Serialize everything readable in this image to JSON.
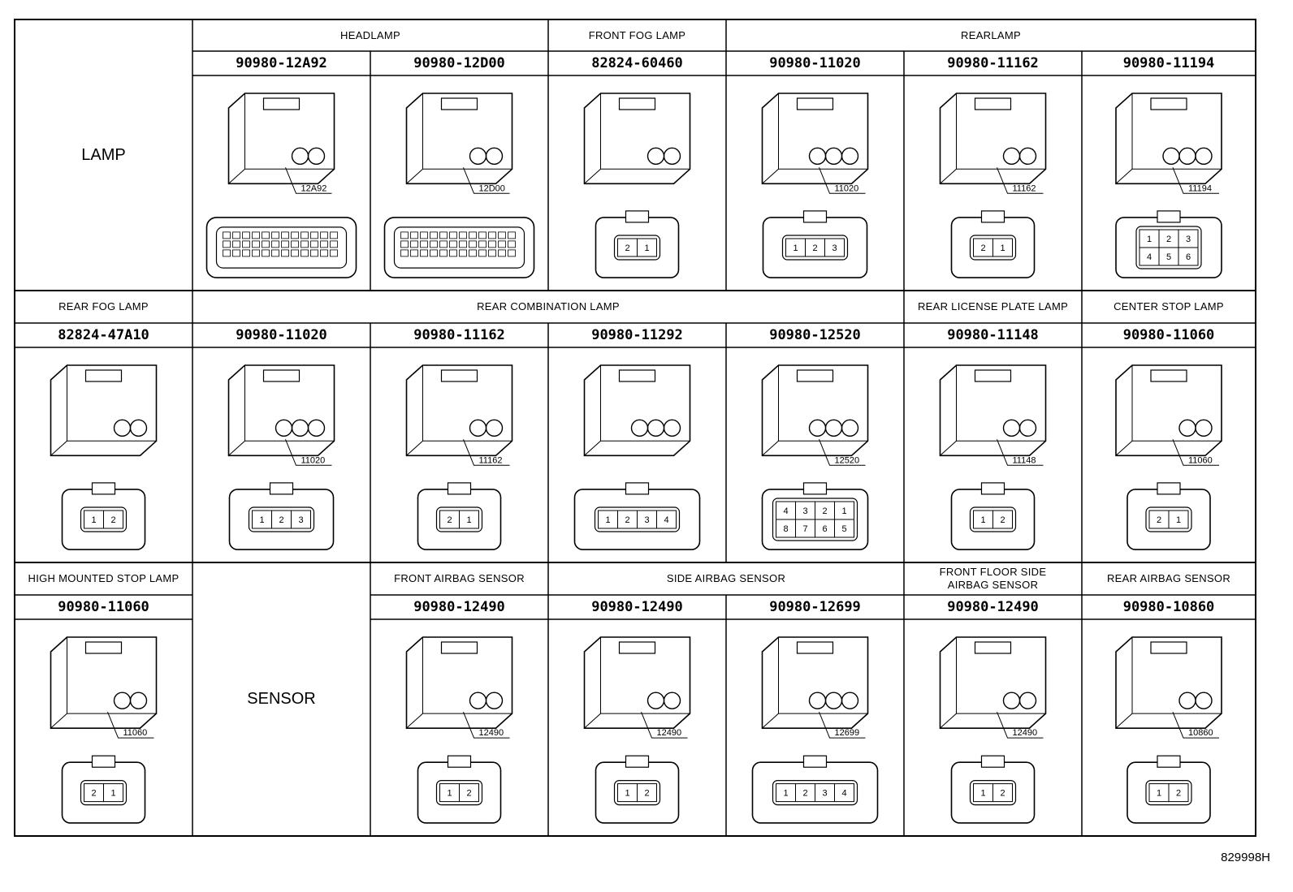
{
  "row_labels": {
    "lamp": "LAMP",
    "sensor": "SENSOR"
  },
  "headers": {
    "headlamp": "HEADLAMP",
    "front_fog_lamp": "FRONT FOG LAMP",
    "rearlamp": "REARLAMP",
    "rear_fog_lamp": "REAR FOG LAMP",
    "rear_combination_lamp": "REAR COMBINATION LAMP",
    "rear_license_plate_lamp": "REAR LICENSE PLATE LAMP",
    "center_stop_lamp": "CENTER STOP LAMP",
    "high_mounted_stop_lamp": "HIGH MOUNTED STOP LAMP",
    "front_airbag_sensor": "FRONT AIRBAG SENSOR",
    "side_airbag_sensor": "SIDE AIRBAG SENSOR",
    "front_floor_side_airbag_sensor": "FRONT FLOOR SIDE AIRBAG SENSOR",
    "rear_airbag_sensor": "REAR AIRBAG SENSOR"
  },
  "parts": {
    "r1": [
      "90980-12A92",
      "90980-12D00",
      "82824-60460",
      "90980-11020",
      "90980-11162",
      "90980-11194"
    ],
    "r2": [
      "82824-47A10",
      "90980-11020",
      "90980-11162",
      "90980-11292",
      "90980-12520",
      "90980-11148",
      "90980-11060"
    ],
    "r3": [
      "90980-11060",
      "90980-12490",
      "90980-12490",
      "90980-12699",
      "90980-12490",
      "90980-10860"
    ]
  },
  "callouts": {
    "r1": [
      "12A92",
      "12D00",
      "",
      "11020",
      "11162",
      "11194"
    ],
    "r2": [
      "",
      "11020",
      "11162",
      "",
      "12520",
      "11148",
      "11060"
    ],
    "r3": [
      "11060",
      "12490",
      "12490",
      "12699",
      "12490",
      "10860"
    ]
  },
  "pins": {
    "r1": [
      [],
      [],
      [
        "2",
        "1"
      ],
      [
        "1",
        "2",
        "3"
      ],
      [
        "2",
        "1"
      ],
      [
        "1",
        "2",
        "3",
        "4",
        "5",
        "6"
      ]
    ],
    "r2": [
      [
        "1",
        "2"
      ],
      [
        "1",
        "2",
        "3"
      ],
      [
        "2",
        "1"
      ],
      [
        "1",
        "2",
        "3",
        "4"
      ],
      [
        "4",
        "3",
        "2",
        "1",
        "8",
        "7",
        "6",
        "5"
      ],
      [
        "1",
        "2"
      ],
      [
        "2",
        "1"
      ]
    ],
    "r3": [
      [
        "2",
        "1"
      ],
      [
        "1",
        "2"
      ],
      [
        "1",
        "2"
      ],
      [
        "1",
        "2",
        "3",
        "4"
      ],
      [
        "1",
        "2"
      ],
      [
        "1",
        "2"
      ]
    ]
  },
  "drawing_id": "829998H",
  "icons": {
    "connector": "connector-icon"
  }
}
